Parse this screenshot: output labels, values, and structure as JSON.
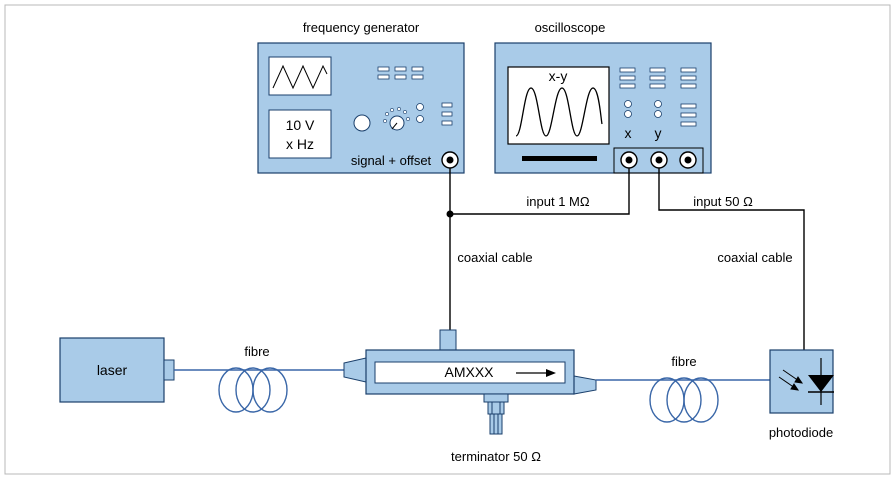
{
  "labels": {
    "frequency_generator": "frequency generator",
    "oscilloscope": "oscilloscope",
    "fg_display_line1": "10 V",
    "fg_display_line2": "x Hz",
    "signal_offset": "signal + offset",
    "osc_mode": "x-y",
    "osc_x": "x",
    "osc_y": "y",
    "input_1m": "input 1 MΩ",
    "input_50": "input 50 Ω",
    "coax_left": "coaxial cable",
    "coax_right": "coaxial cable",
    "laser": "laser",
    "fibre_left": "fibre",
    "fibre_right": "fibre",
    "modulator": "AMXXX",
    "terminator": "terminator 50 Ω",
    "photodiode": "photodiode"
  },
  "colors": {
    "device_fill": "#a9cbe8",
    "device_stroke": "#1a3f6b",
    "fibre": "#3a67a8",
    "wire": "#000000",
    "frame": "#b8b8b8"
  }
}
